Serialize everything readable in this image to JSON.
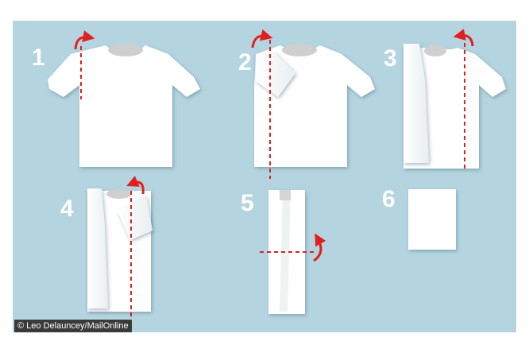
{
  "steps": [
    {
      "number": "1"
    },
    {
      "number": "2"
    },
    {
      "number": "3"
    },
    {
      "number": "4"
    },
    {
      "number": "5"
    },
    {
      "number": "6"
    }
  ],
  "credit": "© Leo Delauncey/MailOnline",
  "colors": {
    "background": "#b4d4e0",
    "shirt": "#ffffff",
    "collar": "#d6d6d6",
    "fold_line": "#e02020",
    "step_number": "#ffffff",
    "credit_bg": "#3a3a3a"
  },
  "icons": {
    "fold_line": "dashed-line",
    "fold_direction": "curved-arrow"
  }
}
